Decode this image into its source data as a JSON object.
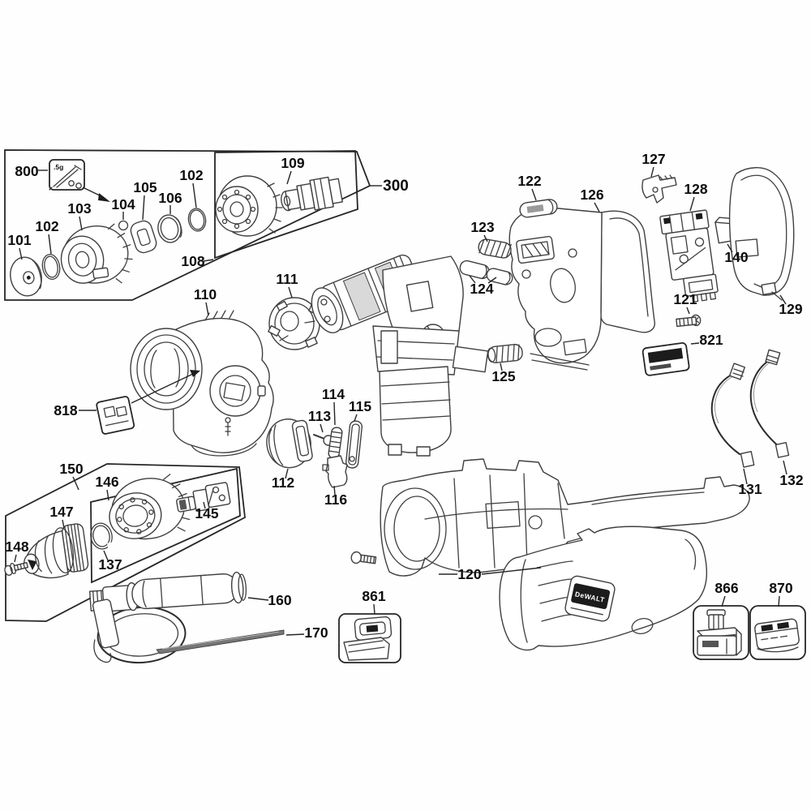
{
  "diagram": {
    "part_labels": {
      "l800": "800",
      "l101": "101",
      "l102a": "102",
      "l103": "103",
      "l104": "104",
      "l105": "105",
      "l106": "106",
      "l102b": "102",
      "l108": "108",
      "l109": "109",
      "l300": "300",
      "l110": "110",
      "l111": "111",
      "l818": "818",
      "l112": "112",
      "l113": "113",
      "l114": "114",
      "l115": "115",
      "l116": "116",
      "l120": "120",
      "l121": "121",
      "l122": "122",
      "l123": "123",
      "l124": "124",
      "l125": "125",
      "l126": "126",
      "l127": "127",
      "l128": "128",
      "l129": "129",
      "l131": "131",
      "l132": "132",
      "l137": "137",
      "l140": "140",
      "l145": "145",
      "l146": "146",
      "l147": "147",
      "l148": "148",
      "l150": "150",
      "l160": "160",
      "l170": "170",
      "l821": "821",
      "l861": "861",
      "l866": "866",
      "l870": "870"
    },
    "annotations": {
      "grease_qty": ".5g",
      "brand_badge": "DeWALT"
    }
  }
}
